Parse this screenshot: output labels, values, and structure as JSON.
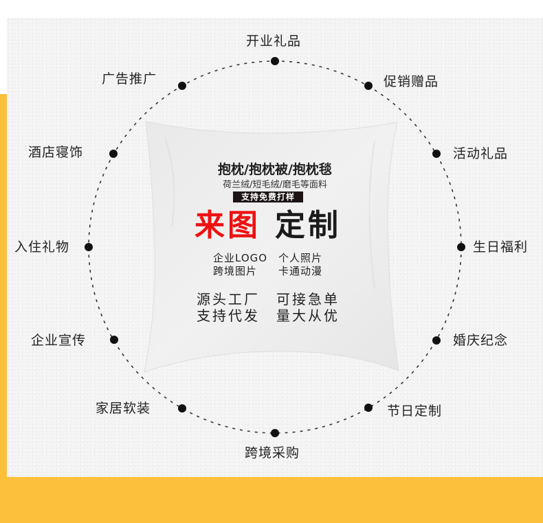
{
  "colors": {
    "accent_yellow": "#fcc03b",
    "panel_gray": "#f4f4f4",
    "highlight_red": "#ee1111",
    "text_dark": "#222222"
  },
  "ring_labels": [
    {
      "id": "top",
      "text": "开业礼品"
    },
    {
      "id": "upper-right",
      "text": "促销赠品"
    },
    {
      "id": "right-1",
      "text": "活动礼品"
    },
    {
      "id": "right-2",
      "text": "生日福利"
    },
    {
      "id": "right-3",
      "text": "婚庆纪念"
    },
    {
      "id": "lower-right",
      "text": "节日定制"
    },
    {
      "id": "bottom",
      "text": "跨境采购"
    },
    {
      "id": "lower-left",
      "text": "家居软装"
    },
    {
      "id": "left-3",
      "text": "企业宣传"
    },
    {
      "id": "left-2",
      "text": "入住礼物"
    },
    {
      "id": "left-1",
      "text": "酒店寝饰"
    },
    {
      "id": "upper-left",
      "text": "广告推广"
    }
  ],
  "pillow": {
    "title": "抱枕/抱枕被/抱枕毯",
    "materials": "荷兰绒/短毛绒/磨毛等面料",
    "badge": "支持免费打样",
    "headline_red": "来图",
    "headline_dark": "定制",
    "custom_types": {
      "col1_line1": "企业LOGO",
      "col1_line2": "跨境图片",
      "col2_line1": "个人照片",
      "col2_line2": "卡通动漫"
    },
    "selling_points": {
      "col1_line1": "源头工厂",
      "col1_line2": "支持代发",
      "col2_line1": "可接急单",
      "col2_line2": "量大从优"
    }
  }
}
